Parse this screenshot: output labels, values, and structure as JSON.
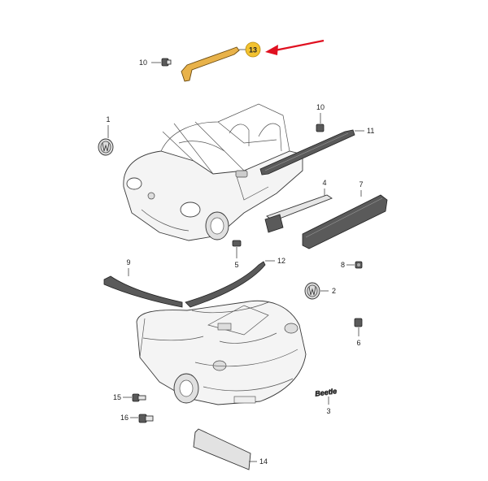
{
  "callouts": {
    "c1": "1",
    "c2": "2",
    "c3": "3",
    "c4": "4",
    "c5": "5",
    "c6": "6",
    "c7": "7",
    "c8": "8",
    "c9": "9",
    "c10a": "10",
    "c10b": "10",
    "c11": "11",
    "c12": "12",
    "c13": "13",
    "c14": "14",
    "c15": "15",
    "c16": "16"
  },
  "emblem_text": "Beetle",
  "colors": {
    "highlight_part": "#e8b24a",
    "highlight_badge": "#f2c230",
    "arrow": "#e01020",
    "lines": "#444444"
  }
}
